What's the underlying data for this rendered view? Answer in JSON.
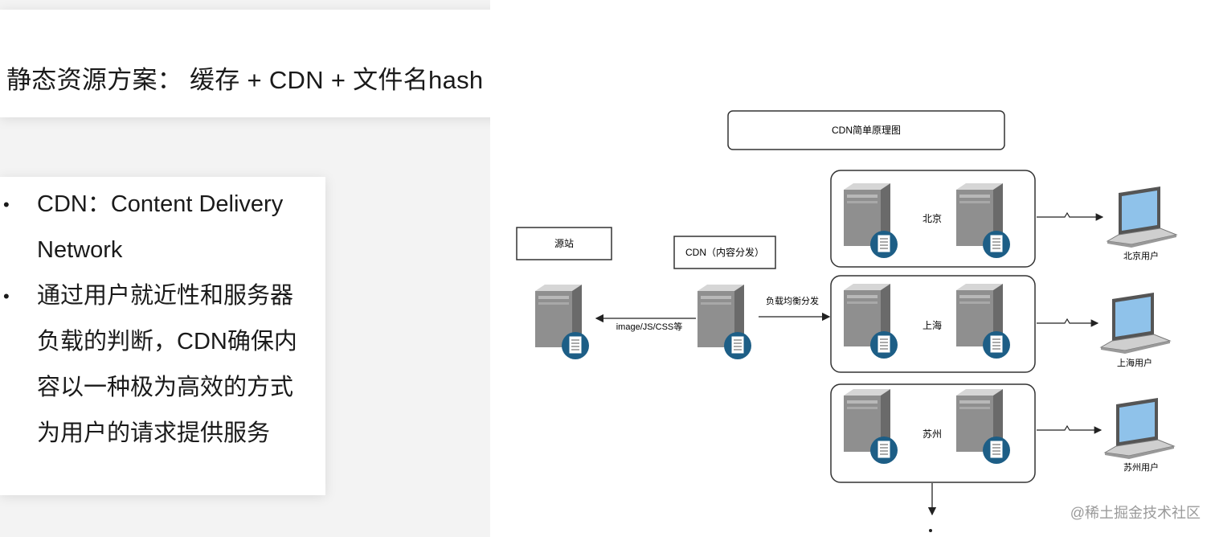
{
  "title": "静态资源方案： 缓存 + CDN + 文件名hash",
  "bullets": [
    "CDN：Content Delivery Network",
    "通过用户就近性和服务器负载的判断，CDN确保内容以一种极为高效的方式为用户的请求提供服务"
  ],
  "diagram": {
    "title": "CDN简单原理图",
    "origin_label": "源站",
    "cdn_label": "CDN（内容分发）",
    "fetch_label": "image/JS/CSS等",
    "balance_label": "负载均衡分发",
    "nodes": [
      {
        "city": "北京",
        "user": "北京用户"
      },
      {
        "city": "上海",
        "user": "上海用户"
      },
      {
        "city": "苏州",
        "user": "苏州用户"
      }
    ]
  },
  "watermark": "@稀土掘金技术社区"
}
